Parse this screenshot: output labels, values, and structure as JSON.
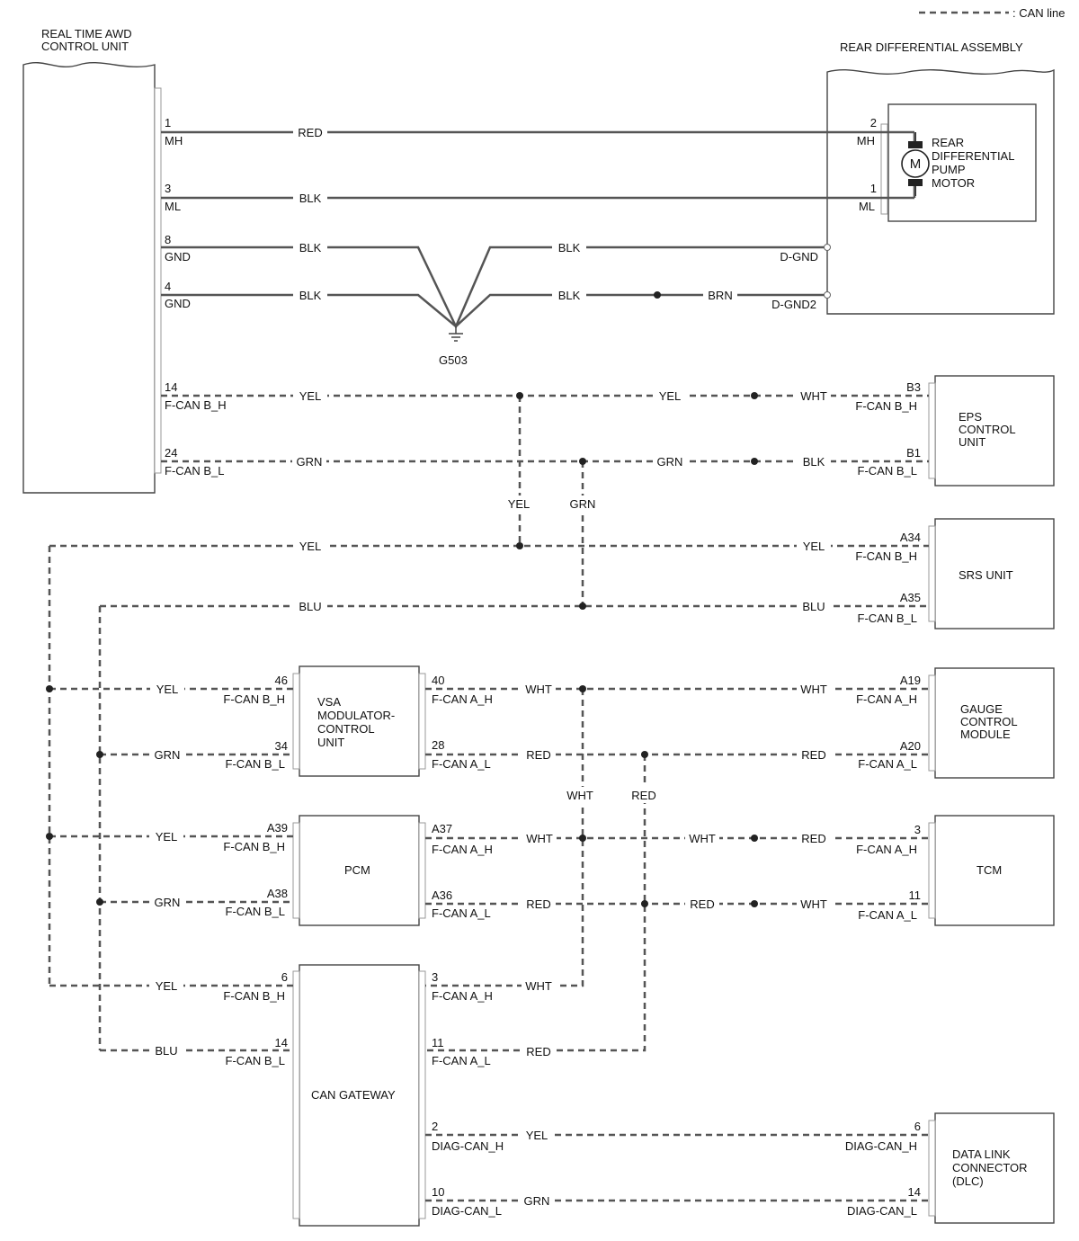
{
  "legend": {
    "can_line": ": CAN line"
  },
  "units": {
    "awd": {
      "line1": "REAL TIME AWD",
      "line2": "CONTROL UNIT"
    },
    "rear_diff": "REAR DIFFERENTIAL ASSEMBLY",
    "motor": {
      "symbol": "M",
      "line1": "REAR",
      "line2": "DIFFERENTIAL",
      "line3": "PUMP",
      "line4": "MOTOR"
    },
    "eps": {
      "line1": "EPS",
      "line2": "CONTROL",
      "line3": "UNIT"
    },
    "srs": "SRS UNIT",
    "gauge": {
      "line1": "GAUGE",
      "line2": "CONTROL",
      "line3": "MODULE"
    },
    "vsa": {
      "line1": "VSA",
      "line2": "MODULATOR-",
      "line3": "CONTROL",
      "line4": "UNIT"
    },
    "pcm": "PCM",
    "tcm": "TCM",
    "gateway": "CAN GATEWAY",
    "dlc": {
      "line1": "DATA LINK",
      "line2": "CONNECTOR",
      "line3": "(DLC)"
    }
  },
  "ground": "G503",
  "pins": {
    "awd_1": {
      "num": "1",
      "name": "MH"
    },
    "awd_3": {
      "num": "3",
      "name": "ML"
    },
    "awd_8": {
      "num": "8",
      "name": "GND"
    },
    "awd_4": {
      "num": "4",
      "name": "GND"
    },
    "awd_14": {
      "num": "14",
      "name": "F-CAN B_H"
    },
    "awd_24": {
      "num": "24",
      "name": "F-CAN B_L"
    },
    "rd_2": {
      "num": "2",
      "name": "MH"
    },
    "rd_1": {
      "num": "1",
      "name": "ML"
    },
    "rd_dgnd": {
      "name": "D-GND"
    },
    "rd_dgnd2": {
      "name": "D-GND2"
    },
    "eps_b3": {
      "num": "B3",
      "name": "F-CAN B_H"
    },
    "eps_b1": {
      "num": "B1",
      "name": "F-CAN B_L"
    },
    "srs_a34": {
      "num": "A34",
      "name": "F-CAN B_H"
    },
    "srs_a35": {
      "num": "A35",
      "name": "F-CAN B_L"
    },
    "vsa_46": {
      "num": "46",
      "name": "F-CAN B_H"
    },
    "vsa_34": {
      "num": "34",
      "name": "F-CAN B_L"
    },
    "vsa_40": {
      "num": "40",
      "name": "F-CAN A_H"
    },
    "vsa_28": {
      "num": "28",
      "name": "F-CAN A_L"
    },
    "gcm_a19": {
      "num": "A19",
      "name": "F-CAN A_H"
    },
    "gcm_a20": {
      "num": "A20",
      "name": "F-CAN A_L"
    },
    "pcm_a39": {
      "num": "A39",
      "name": "F-CAN B_H"
    },
    "pcm_a38": {
      "num": "A38",
      "name": "F-CAN B_L"
    },
    "pcm_a37": {
      "num": "A37",
      "name": "F-CAN A_H"
    },
    "pcm_a36": {
      "num": "A36",
      "name": "F-CAN A_L"
    },
    "tcm_3": {
      "num": "3",
      "name": "F-CAN A_H"
    },
    "tcm_11": {
      "num": "11",
      "name": "F-CAN A_L"
    },
    "gw_6": {
      "num": "6",
      "name": "F-CAN B_H"
    },
    "gw_14": {
      "num": "14",
      "name": "F-CAN B_L"
    },
    "gw_3": {
      "num": "3",
      "name": "F-CAN A_H"
    },
    "gw_11": {
      "num": "11",
      "name": "F-CAN A_L"
    },
    "gw_2": {
      "num": "2",
      "name": "DIAG-CAN_H"
    },
    "gw_10": {
      "num": "10",
      "name": "DIAG-CAN_L"
    },
    "dlc_6": {
      "num": "6",
      "name": "DIAG-CAN_H"
    },
    "dlc_14": {
      "num": "14",
      "name": "DIAG-CAN_L"
    }
  },
  "wire_colors": {
    "mh": "RED",
    "ml": "BLK",
    "gnd8_a": "BLK",
    "gnd8_b": "BLK",
    "gnd4_a": "BLK",
    "gnd4_b": "BLK",
    "gnd4_c": "BRN",
    "awd_h_a": "YEL",
    "awd_h_b": "YEL",
    "awd_h_c": "WHT",
    "awd_l_a": "GRN",
    "awd_l_b": "GRN",
    "awd_l_c": "BLK",
    "drop_yel": "YEL",
    "drop_grn": "GRN",
    "srs_h_a": "YEL",
    "srs_h_b": "YEL",
    "srs_l_a": "BLU",
    "srs_l_b": "BLU",
    "vsa_bh": "YEL",
    "vsa_bl": "GRN",
    "vsa_ah_a": "WHT",
    "vsa_ah_b": "WHT",
    "vsa_al_a": "RED",
    "vsa_al_b": "RED",
    "drop_wht": "WHT",
    "drop_red": "RED",
    "pcm_bh": "YEL",
    "pcm_bl": "GRN",
    "pcm_ah_a": "WHT",
    "pcm_ah_b": "WHT",
    "pcm_ah_c": "RED",
    "pcm_al_a": "RED",
    "pcm_al_b": "RED",
    "pcm_al_c": "WHT",
    "gw_bh": "YEL",
    "gw_bl": "BLU",
    "gw_ah": "WHT",
    "gw_al": "RED",
    "diag_h": "YEL",
    "diag_l": "GRN"
  }
}
